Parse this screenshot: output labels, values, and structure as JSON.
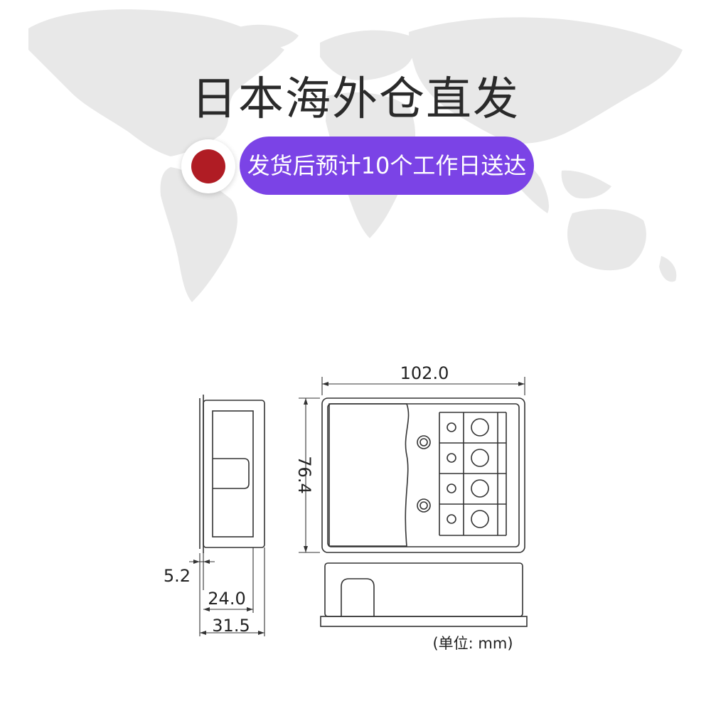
{
  "banner": {
    "headline": "日本海外仓直发",
    "shipping_note": "发货后预计10个工作日送达",
    "flag_color": "#b01c24",
    "pill_color": "#7b43e6"
  },
  "drawing": {
    "dimensions": {
      "width": "102.0",
      "height": "76.4",
      "flange": "5.2",
      "depth_inner": "24.0",
      "depth_total": "31.5"
    },
    "unit_note": "(单位: mm)"
  }
}
